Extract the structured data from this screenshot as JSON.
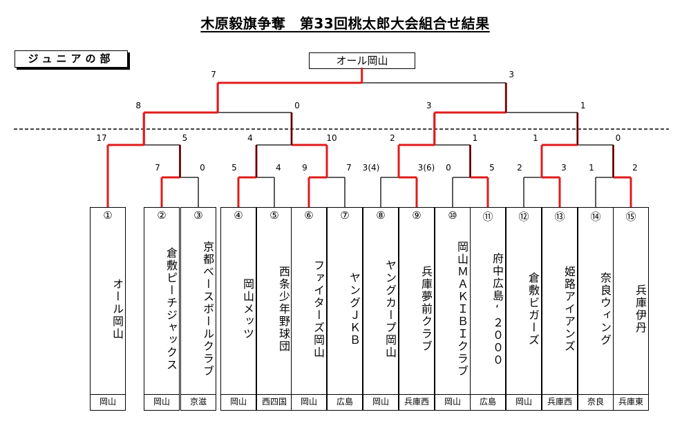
{
  "title": "木原毅旗争奪　第33回桃太郎大会組合せ結果",
  "section_label": "ジュニアの部",
  "champion": "オール岡山",
  "teams": [
    {
      "seed": "①",
      "name": "オール岡山",
      "region": "岡山"
    },
    {
      "seed": "②",
      "name": "倉敷ピーチジャックス",
      "region": "岡山"
    },
    {
      "seed": "③",
      "name": "京都ベースボールクラブ",
      "region": "京滋"
    },
    {
      "seed": "④",
      "name": "岡山メッツ",
      "region": "岡山"
    },
    {
      "seed": "⑤",
      "name": "西条少年野球団",
      "region": "西四国"
    },
    {
      "seed": "⑥",
      "name": "ファイターズ岡山",
      "region": "岡山"
    },
    {
      "seed": "⑦",
      "name": "ヤングＪＫＢ",
      "region": "広島"
    },
    {
      "seed": "⑧",
      "name": "ヤングカープ岡山",
      "region": "岡山"
    },
    {
      "seed": "⑨",
      "name": "兵庫夢前クラブ",
      "region": "兵庫西"
    },
    {
      "seed": "⑩",
      "name": "岡山ＭＡＫＩＢＩクラブ",
      "region": "岡山"
    },
    {
      "seed": "⑪",
      "name": "府中広島‘２０００",
      "region": "広島"
    },
    {
      "seed": "⑫",
      "name": "倉敷ビガーズ",
      "region": "岡山"
    },
    {
      "seed": "⑬",
      "name": "姫路アイアンズ",
      "region": "兵庫西"
    },
    {
      "seed": "⑭",
      "name": "奈良ウィング",
      "region": "奈良"
    },
    {
      "seed": "⑮",
      "name": "兵庫伊丹",
      "region": "兵庫東"
    }
  ],
  "scores": {
    "r1": [
      "7",
      "0",
      "5",
      "4",
      "9",
      "7",
      "3(4)",
      "3(6)",
      "0",
      "5",
      "2",
      "3",
      "1",
      "2"
    ],
    "r2": [
      "17",
      "5",
      "4",
      "10",
      "2",
      "1",
      "1",
      "0"
    ],
    "r3": [
      "8",
      "0",
      "3",
      "1"
    ],
    "final": [
      "7",
      "3"
    ]
  },
  "colors": {
    "win": "#e01b1b",
    "line": "#000000"
  }
}
